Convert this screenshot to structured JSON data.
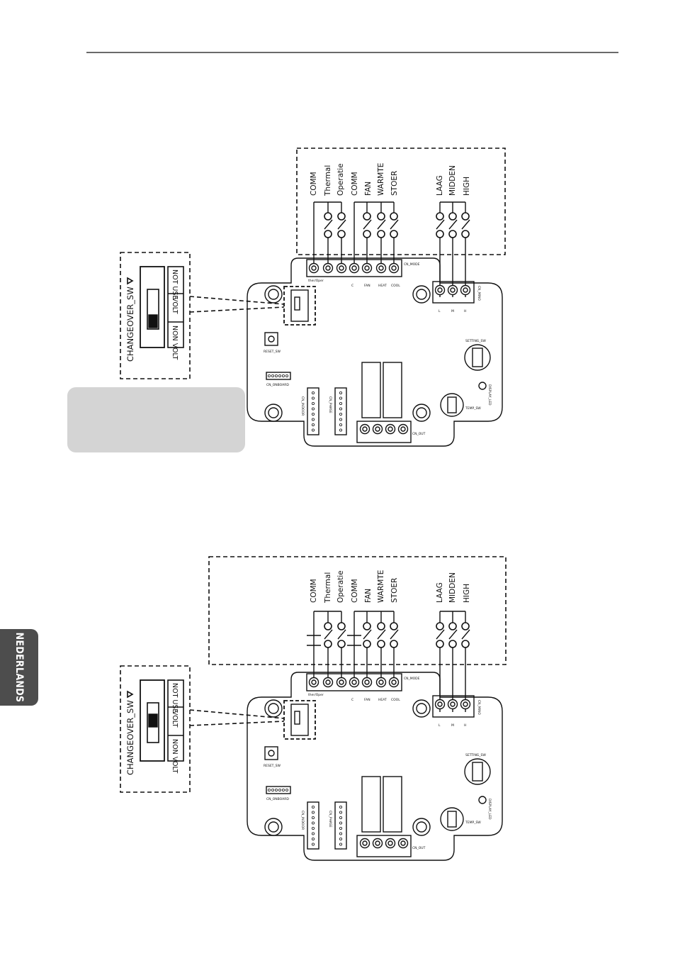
{
  "page": {
    "side_tab_label": "NEDERLANDS"
  },
  "diagrams": [
    {
      "id": "top",
      "terminal_labels": [
        "COMM",
        "Thermal",
        "Operatie",
        "COMM",
        "FAN",
        "WARMTE",
        "STOER",
        "LAAG",
        "MIDDEN",
        "HIGH"
      ],
      "changeover": {
        "title": "CHANGEOVER_SW",
        "options": [
          "NOT USE",
          "VOLT",
          "NON VOLT"
        ],
        "selected": "NON VOLT"
      }
    },
    {
      "id": "bottom",
      "terminal_labels": [
        "COMM",
        "Thermal",
        "Operatie",
        "COMM",
        "FAN",
        "WARMTE",
        "STOER",
        "LAAG",
        "MIDDEN",
        "HIGH"
      ],
      "changeover": {
        "title": "CHANGEOVER_SW",
        "options": [
          "NOT USE",
          "VOLT",
          "NON VOLT"
        ],
        "selected": "VOLT"
      }
    }
  ],
  "board_labels": {
    "cn_mode": "CN_MODE",
    "ther_oper": "ther/Oper",
    "mode_pins": [
      "C",
      "FAN",
      "HEAT",
      "COOL"
    ],
    "cn_mino": "CN_MINO",
    "speed_pins": [
      "L",
      "M",
      "H"
    ],
    "reset_sw": "RESET_SW",
    "cn_onboard": "CN_ONBOARD",
    "cn_indoor": "CN_INDOOR",
    "cn_phase": "CN_PHASE",
    "cn_out": "CN_OUT",
    "setting_sw": "SETTING_SW",
    "temp_sw": "TEMP_SW",
    "display_led": "DISPLAY_LED"
  }
}
